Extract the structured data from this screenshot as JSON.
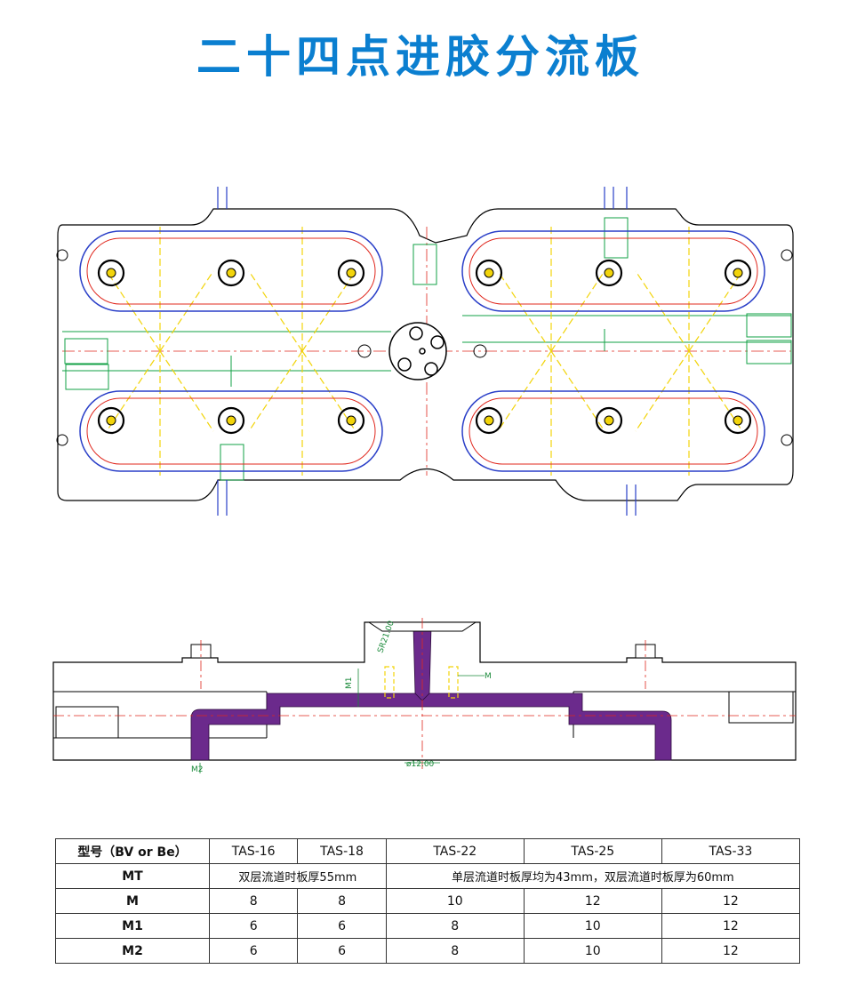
{
  "title": "二十四点进胶分流板",
  "drawing": {
    "section_labels": {
      "sr": "SR21.00",
      "m1": "M1",
      "m": "M",
      "m2": "M2",
      "diameter": "ø12.00"
    }
  },
  "spec_table": {
    "header": [
      "型号（BV or Be）",
      "TAS-16",
      "TAS-18",
      "TAS-22",
      "TAS-25",
      "TAS-33"
    ],
    "mt": {
      "label": "MT",
      "note_left": "双层流道时板厚55mm",
      "note_right": "单层流道时板厚均为43mm，双层流道时板厚为60mm"
    },
    "rows": [
      {
        "label": "M",
        "values": [
          "8",
          "8",
          "10",
          "12",
          "12"
        ]
      },
      {
        "label": "M1",
        "values": [
          "6",
          "6",
          "8",
          "10",
          "12"
        ]
      },
      {
        "label": "M2",
        "values": [
          "6",
          "6",
          "8",
          "10",
          "12"
        ]
      }
    ]
  },
  "colors": {
    "title": "#0b7fd0",
    "runner_purple": "#6b2a8c",
    "outline": "#000000",
    "centerline_red": "#e0281e",
    "heater_blue": "#2a3fc8",
    "cooling_yellow": "#f2d40a",
    "plug_green": "#12a044"
  }
}
